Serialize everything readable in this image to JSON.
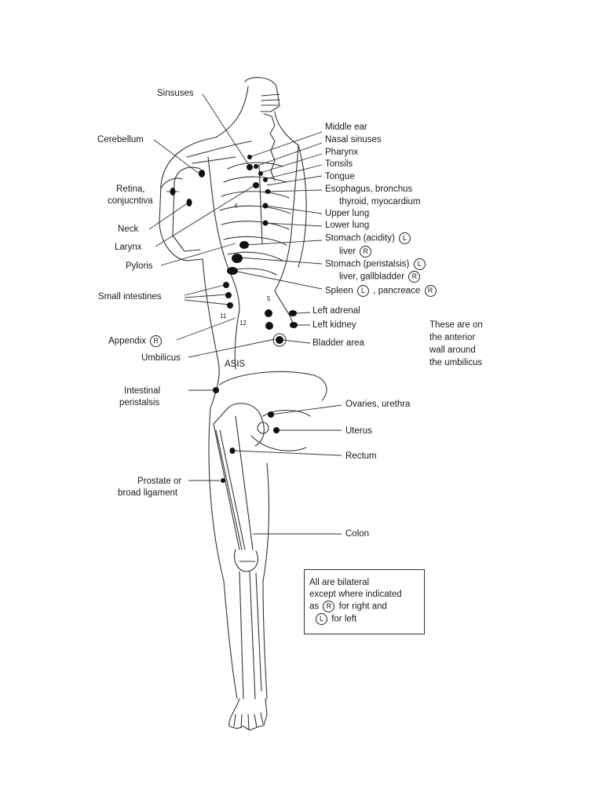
{
  "labels": {
    "sinuses": "Sinsuses",
    "cerebellum": "Cerebellum",
    "retina_1": "Retina,",
    "retina_2": "conjucntiva",
    "neck": "Neck",
    "larynx": "Larynx",
    "pyloris": "Pyloris",
    "small_intestines": "Small intestines",
    "appendix": "Appendix",
    "umbilicus": "Umbilicus",
    "asis": "ASIS",
    "intestinal_1": "Intestinal",
    "intestinal_2": "peristalsis",
    "prostate_1": "Prostate or",
    "prostate_2": "broad ligament",
    "middle_ear": "Middle ear",
    "nasal_sinuses": "Nasal sinuses",
    "pharynx": "Pharynx",
    "tonsils": "Tonsils",
    "tongue": "Tongue",
    "esophagus": "Esophagus, bronchus",
    "thyroid": "thyroid, myocardium",
    "upper_lung": "Upper lung",
    "lower_lung": "Lower lung",
    "stomach_acidity": "Stomach (acidity)",
    "liver": "liver",
    "stomach_peristalsis": "Stomach (peristalsis)",
    "liver_gallbladder": "liver, gallbladder",
    "spleen": "Spleen",
    "pancreace": ", pancreace",
    "left_adrenal": "Left adrenal",
    "left_kidney": "Left kidney",
    "bladder_area": "Bladder area",
    "ovaries": "Ovaries, urethra",
    "uterus": "Uterus",
    "rectum": "Rectum",
    "colon": "Colon",
    "rib_11": "11",
    "rib_12": "12",
    "rib_4": "4",
    "rib_5": "5"
  },
  "markers": {
    "left": "L",
    "right": "R"
  },
  "side_note": [
    "These are on",
    "the anterior",
    "wall around",
    "the umbilicus"
  ],
  "legend": {
    "line1": "All are bilateral",
    "line2": "except where indicated",
    "line3_prefix": "as",
    "line3_suffix": "for right and",
    "line4_suffix": "for left"
  },
  "colors": {
    "ink": "#1a1a1a",
    "point": "#111111",
    "line": "#333333"
  }
}
